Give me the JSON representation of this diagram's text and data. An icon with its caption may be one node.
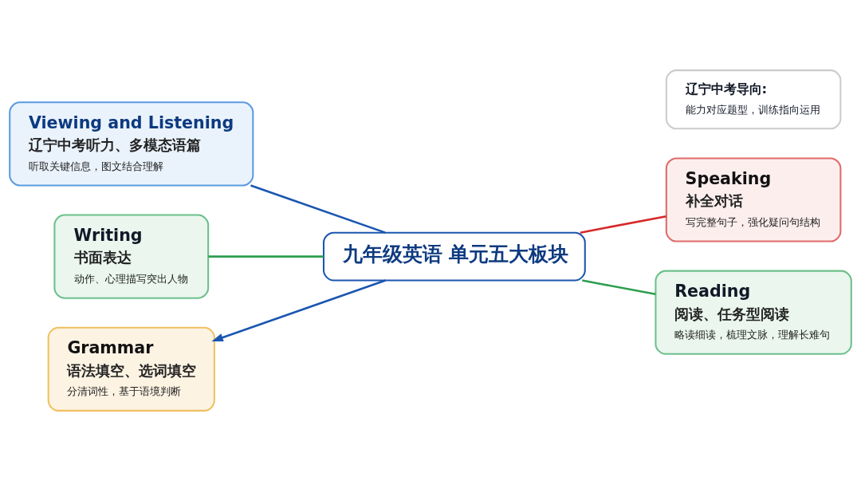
{
  "diagram": {
    "nodes": [
      {
        "text": [
          "Viewing and Listening",
          "辽宁中考听力、多模态语篇",
          "听取关键信息，图文结合理解"
        ]
      },
      {
        "text": [
          "Speaking",
          "补全对话",
          "写完整句子，强化疑问句结构"
        ]
      },
      {
        "text": [
          "九年级英语 单元五大板块"
        ]
      },
      {
        "text": [
          "Writing",
          "书面表达",
          "动作、心理描写突出人物"
        ]
      },
      {
        "text": [
          "Reading",
          "阅读、任务型阅读",
          "略读细读，梳理文脉，理解长难句"
        ]
      },
      {
        "text": [
          "Grammar",
          "语法填空、选词填空",
          "分清词性，基于语境判断"
        ]
      },
      {
        "text": [
          "辽宁中考导向:",
          "能力对应题型，训练指向运用"
        ]
      }
    ],
    "edges": [
      {
        "from": 2,
        "to": 0,
        "arrow": "none"
      },
      {
        "from": 2,
        "to": 1,
        "arrow": "none",
        "color": "#d62828"
      },
      {
        "from": 2,
        "to": 3,
        "arrow": "none",
        "color": "#2e9e4f"
      },
      {
        "from": 2,
        "to": 4,
        "arrow": "none",
        "color": "#2e9e4f"
      },
      {
        "from": 2,
        "to": 5,
        "arrow": "to"
      }
    ]
  }
}
